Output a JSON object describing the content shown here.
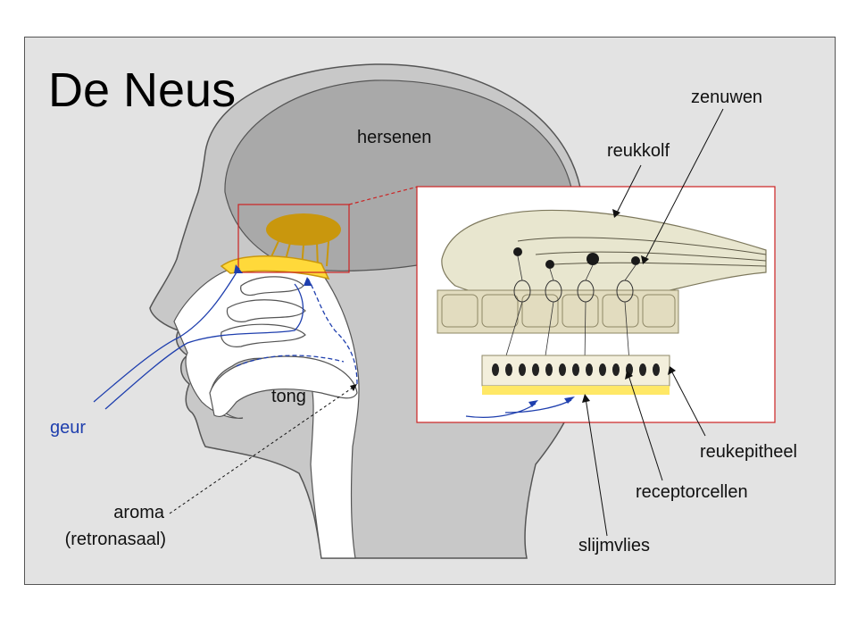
{
  "title": "De Neus",
  "labels": {
    "brain": "hersenen",
    "tongue": "tong",
    "smell": "geur",
    "aroma_line1": "aroma",
    "aroma_line2": "(retronasaal)",
    "nerves": "zenuwen",
    "olfactory_bulb": "reukkolf",
    "olfactory_epithelium": "reukepitheel",
    "receptor_cells": "receptorcellen",
    "mucus": "slijmvlies"
  },
  "colors": {
    "background": "#e3e3e3",
    "head_fill": "#c8c8c8",
    "brain_fill": "#a9a9a9",
    "cavity_fill": "#ffffff",
    "bulb_gold": "#c9970d",
    "epithelium_yellow": "#ffd93a",
    "zoom_border": "#cc2222",
    "airflow_blue": "#1f3fae"
  }
}
